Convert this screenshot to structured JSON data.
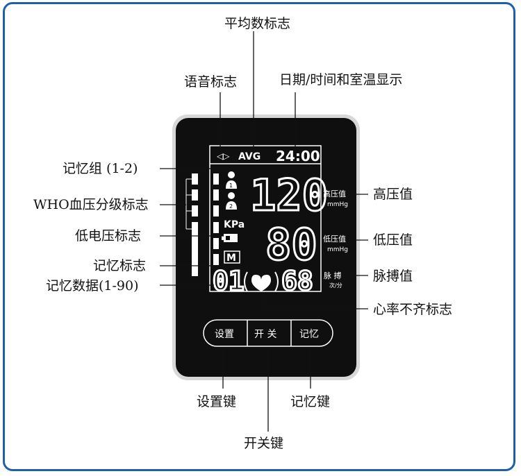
{
  "callouts": {
    "avg_mark": "平均数标志",
    "voice_mark": "语音标志",
    "datetime_temp": "日期/时间和室温显示",
    "memory_group": "记忆组 (1-2)",
    "who_grade": "WHO血压分级标志",
    "low_battery": "低电压标志",
    "memory_mark": "记忆标志",
    "memory_data": "记忆数据(1-90)",
    "systolic_value": "高压值",
    "diastolic_value": "低压值",
    "pulse_value": "脉搏值",
    "arrhythmia_mark": "心率不齐标志",
    "settings_key": "设置键",
    "power_key": "开关键",
    "memory_key": "记忆键"
  },
  "lcd": {
    "voice_symbol": "◁▷",
    "avg": "AVG",
    "time": "24:00",
    "kpa": "KPa",
    "memory_icon": "M",
    "systolic": "120",
    "diastolic": "80",
    "memory_index": "01",
    "pulse": "68",
    "systolic_label": "高压值",
    "diastolic_label": "低压值",
    "unit": "mmHg",
    "pulse_label": "脉 搏",
    "pulse_unit": "次/分"
  },
  "buttons": {
    "settings": "设置",
    "power": "开 关",
    "memory": "记忆"
  }
}
